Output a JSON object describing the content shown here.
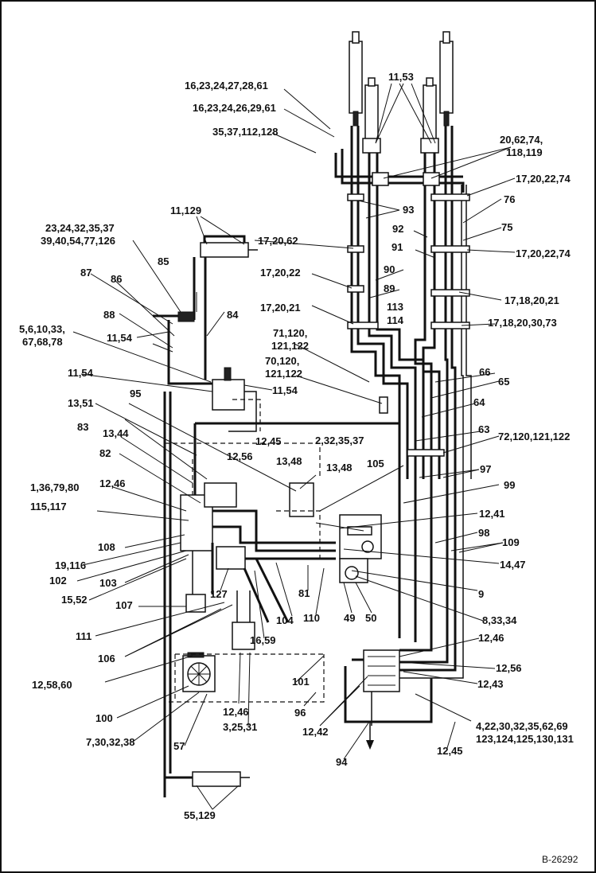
{
  "figure_code": "B-26292",
  "callouts": [
    "11,53",
    "16,23,24,27,28,61",
    "16,23,24,26,29,61",
    "35,37,112,128",
    "20,62,74,",
    "118,119",
    "17,20,22,74",
    "76",
    "75",
    "17,20,22,74",
    "11,129",
    "93",
    "92",
    "91",
    "23,24,32,35,37",
    "39,40,54,77,126",
    "17,20,62",
    "85",
    "90",
    "87",
    "86",
    "17,20,22",
    "89",
    "17,18,20,21",
    "88",
    "84",
    "17,20,21",
    "113",
    "114",
    "17,18,20,30,73",
    "5,6,10,33,",
    "67,68,78",
    "11,54",
    "71,120,",
    "121,122",
    "70,120,",
    "121,122",
    "66",
    "11,54",
    "65",
    "11,54",
    "64",
    "13,51",
    "95",
    "83",
    "13,44",
    "12,45",
    "63",
    "72,120,121,122",
    "2,32,35,37",
    "12,56",
    "13,48",
    "82",
    "97",
    "105",
    "13,48",
    "12,46",
    "1,36,79,80",
    "99",
    "115,117",
    "12,41",
    "98",
    "108",
    "109",
    "19,116",
    "102",
    "14,47",
    "103",
    "15,52",
    "107",
    "127",
    "81",
    "9",
    "110",
    "49",
    "50",
    "8,33,34",
    "104",
    "111",
    "16,59",
    "106",
    "12,46",
    "12,56",
    "101",
    "12,43",
    "12,58,60",
    "96",
    "100",
    "12,46",
    "4,22,30,32,35,62,69",
    "123,124,125,130,131",
    "7,30,32,38",
    "3,25,31",
    "12,42",
    "57",
    "94",
    "12,45",
    "55,129"
  ]
}
